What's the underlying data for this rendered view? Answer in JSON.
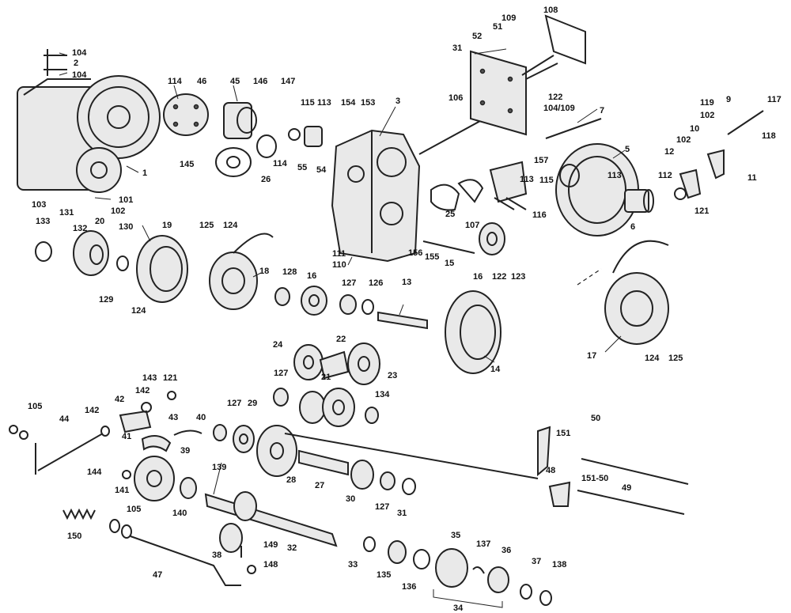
{
  "callouts": [
    {
      "id": "c104a",
      "text": "104"
    },
    {
      "id": "c2",
      "text": "2"
    },
    {
      "id": "c104b",
      "text": "104"
    },
    {
      "id": "c1",
      "text": "1"
    },
    {
      "id": "c101",
      "text": "101"
    },
    {
      "id": "c102a",
      "text": "102"
    },
    {
      "id": "c103",
      "text": "103"
    },
    {
      "id": "c114a",
      "text": "114"
    },
    {
      "id": "c46",
      "text": "46"
    },
    {
      "id": "c45",
      "text": "45"
    },
    {
      "id": "c146",
      "text": "146"
    },
    {
      "id": "c147",
      "text": "147"
    },
    {
      "id": "c115a",
      "text": "115"
    },
    {
      "id": "c113a",
      "text": "113"
    },
    {
      "id": "c154",
      "text": "154"
    },
    {
      "id": "c153",
      "text": "153"
    },
    {
      "id": "c3",
      "text": "3"
    },
    {
      "id": "c145",
      "text": "145"
    },
    {
      "id": "c26",
      "text": "26"
    },
    {
      "id": "c114b",
      "text": "114"
    },
    {
      "id": "c55",
      "text": "55"
    },
    {
      "id": "c54",
      "text": "54"
    },
    {
      "id": "c108",
      "text": "108"
    },
    {
      "id": "c109a",
      "text": "109"
    },
    {
      "id": "c51",
      "text": "51"
    },
    {
      "id": "c52",
      "text": "52"
    },
    {
      "id": "c31a",
      "text": "31"
    },
    {
      "id": "c106",
      "text": "106"
    },
    {
      "id": "c122a",
      "text": "122"
    },
    {
      "id": "c104109",
      "text": "104/109"
    },
    {
      "id": "c7",
      "text": "7"
    },
    {
      "id": "c157",
      "text": "157"
    },
    {
      "id": "c5",
      "text": "5"
    },
    {
      "id": "c117",
      "text": "117"
    },
    {
      "id": "c9",
      "text": "9"
    },
    {
      "id": "c119",
      "text": "119"
    },
    {
      "id": "c102b",
      "text": "102"
    },
    {
      "id": "c10",
      "text": "10"
    },
    {
      "id": "c118",
      "text": "118"
    },
    {
      "id": "c102c",
      "text": "102"
    },
    {
      "id": "c12",
      "text": "12"
    },
    {
      "id": "c11",
      "text": "11"
    },
    {
      "id": "c113b",
      "text": "113"
    },
    {
      "id": "c112",
      "text": "112"
    },
    {
      "id": "c121a",
      "text": "121"
    },
    {
      "id": "c6",
      "text": "6"
    },
    {
      "id": "c113c",
      "text": "113"
    },
    {
      "id": "c115b",
      "text": "115"
    },
    {
      "id": "c116",
      "text": "116"
    },
    {
      "id": "c25",
      "text": "25"
    },
    {
      "id": "c107",
      "text": "107"
    },
    {
      "id": "c133",
      "text": "133"
    },
    {
      "id": "c131",
      "text": "131"
    },
    {
      "id": "c132",
      "text": "132"
    },
    {
      "id": "c20",
      "text": "20"
    },
    {
      "id": "c130",
      "text": "130"
    },
    {
      "id": "c19",
      "text": "19"
    },
    {
      "id": "c125a",
      "text": "125"
    },
    {
      "id": "c124a",
      "text": "124"
    },
    {
      "id": "c18",
      "text": "18"
    },
    {
      "id": "c129",
      "text": "129"
    },
    {
      "id": "c124b",
      "text": "124"
    },
    {
      "id": "c111",
      "text": "111"
    },
    {
      "id": "c110",
      "text": "110"
    },
    {
      "id": "c156",
      "text": "156"
    },
    {
      "id": "c155",
      "text": "155"
    },
    {
      "id": "c15",
      "text": "15"
    },
    {
      "id": "c16a",
      "text": "16"
    },
    {
      "id": "c122b",
      "text": "122"
    },
    {
      "id": "c123",
      "text": "123"
    },
    {
      "id": "c128",
      "text": "128"
    },
    {
      "id": "c16b",
      "text": "16"
    },
    {
      "id": "c127a",
      "text": "127"
    },
    {
      "id": "c126",
      "text": "126"
    },
    {
      "id": "c13",
      "text": "13"
    },
    {
      "id": "c14",
      "text": "14"
    },
    {
      "id": "c17",
      "text": "17"
    },
    {
      "id": "c124c",
      "text": "124"
    },
    {
      "id": "c125b",
      "text": "125"
    },
    {
      "id": "c24",
      "text": "24"
    },
    {
      "id": "c22",
      "text": "22"
    },
    {
      "id": "c23",
      "text": "23"
    },
    {
      "id": "c127b",
      "text": "127"
    },
    {
      "id": "c21",
      "text": "21"
    },
    {
      "id": "c134",
      "text": "134"
    },
    {
      "id": "c105a",
      "text": "105"
    },
    {
      "id": "c44",
      "text": "44"
    },
    {
      "id": "c142a",
      "text": "142"
    },
    {
      "id": "c143",
      "text": "143"
    },
    {
      "id": "c142b",
      "text": "142"
    },
    {
      "id": "c121b",
      "text": "121"
    },
    {
      "id": "c42",
      "text": "42"
    },
    {
      "id": "c43",
      "text": "43"
    },
    {
      "id": "c40",
      "text": "40"
    },
    {
      "id": "c41",
      "text": "41"
    },
    {
      "id": "c144",
      "text": "144"
    },
    {
      "id": "c39",
      "text": "39"
    },
    {
      "id": "c141",
      "text": "141"
    },
    {
      "id": "c140",
      "text": "140"
    },
    {
      "id": "c139",
      "text": "139"
    },
    {
      "id": "c127c",
      "text": "127"
    },
    {
      "id": "c29",
      "text": "29"
    },
    {
      "id": "c28",
      "text": "28"
    },
    {
      "id": "c27",
      "text": "27"
    },
    {
      "id": "c30",
      "text": "30"
    },
    {
      "id": "c127d",
      "text": "127"
    },
    {
      "id": "c31b",
      "text": "31"
    },
    {
      "id": "c50a",
      "text": "50"
    },
    {
      "id": "c151a",
      "text": "151"
    },
    {
      "id": "c48",
      "text": "48"
    },
    {
      "id": "c15150",
      "text": "151-50"
    },
    {
      "id": "c49",
      "text": "49"
    },
    {
      "id": "c105b",
      "text": "105"
    },
    {
      "id": "c150",
      "text": "150"
    },
    {
      "id": "c47",
      "text": "47"
    },
    {
      "id": "c38",
      "text": "38"
    },
    {
      "id": "c149",
      "text": "149"
    },
    {
      "id": "c148",
      "text": "148"
    },
    {
      "id": "c32",
      "text": "32"
    },
    {
      "id": "c33",
      "text": "33"
    },
    {
      "id": "c135",
      "text": "135"
    },
    {
      "id": "c136",
      "text": "136"
    },
    {
      "id": "c35",
      "text": "35"
    },
    {
      "id": "c137",
      "text": "137"
    },
    {
      "id": "c36",
      "text": "36"
    },
    {
      "id": "c37",
      "text": "37"
    },
    {
      "id": "c138",
      "text": "138"
    },
    {
      "id": "c34",
      "text": "34"
    }
  ]
}
